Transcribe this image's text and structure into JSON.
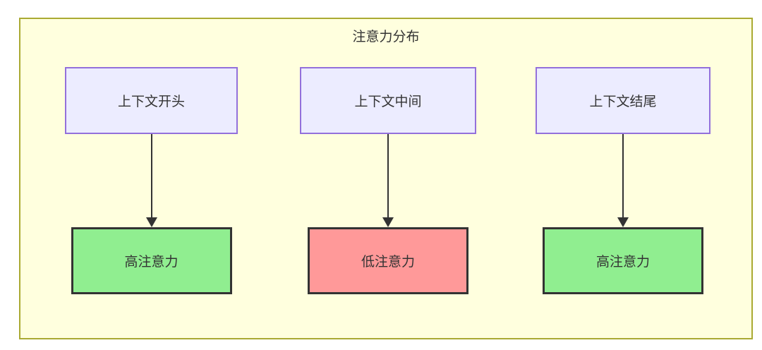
{
  "diagram": {
    "title": "注意力分布",
    "columns": [
      {
        "source": "上下文开头",
        "target": "高注意力",
        "attention_level": "high"
      },
      {
        "source": "上下文中间",
        "target": "低注意力",
        "attention_level": "low"
      },
      {
        "source": "上下文结尾",
        "target": "高注意力",
        "attention_level": "high"
      }
    ],
    "colors": {
      "container_fill": "#ffffde",
      "container_border": "#aaaa33",
      "source_node_fill": "#ececff",
      "source_node_border": "#9370db",
      "high_attention_fill": "#90ee90",
      "low_attention_fill": "#ff9999",
      "node_border_dark": "#333333",
      "arrow": "#333333",
      "text": "#333333"
    }
  }
}
